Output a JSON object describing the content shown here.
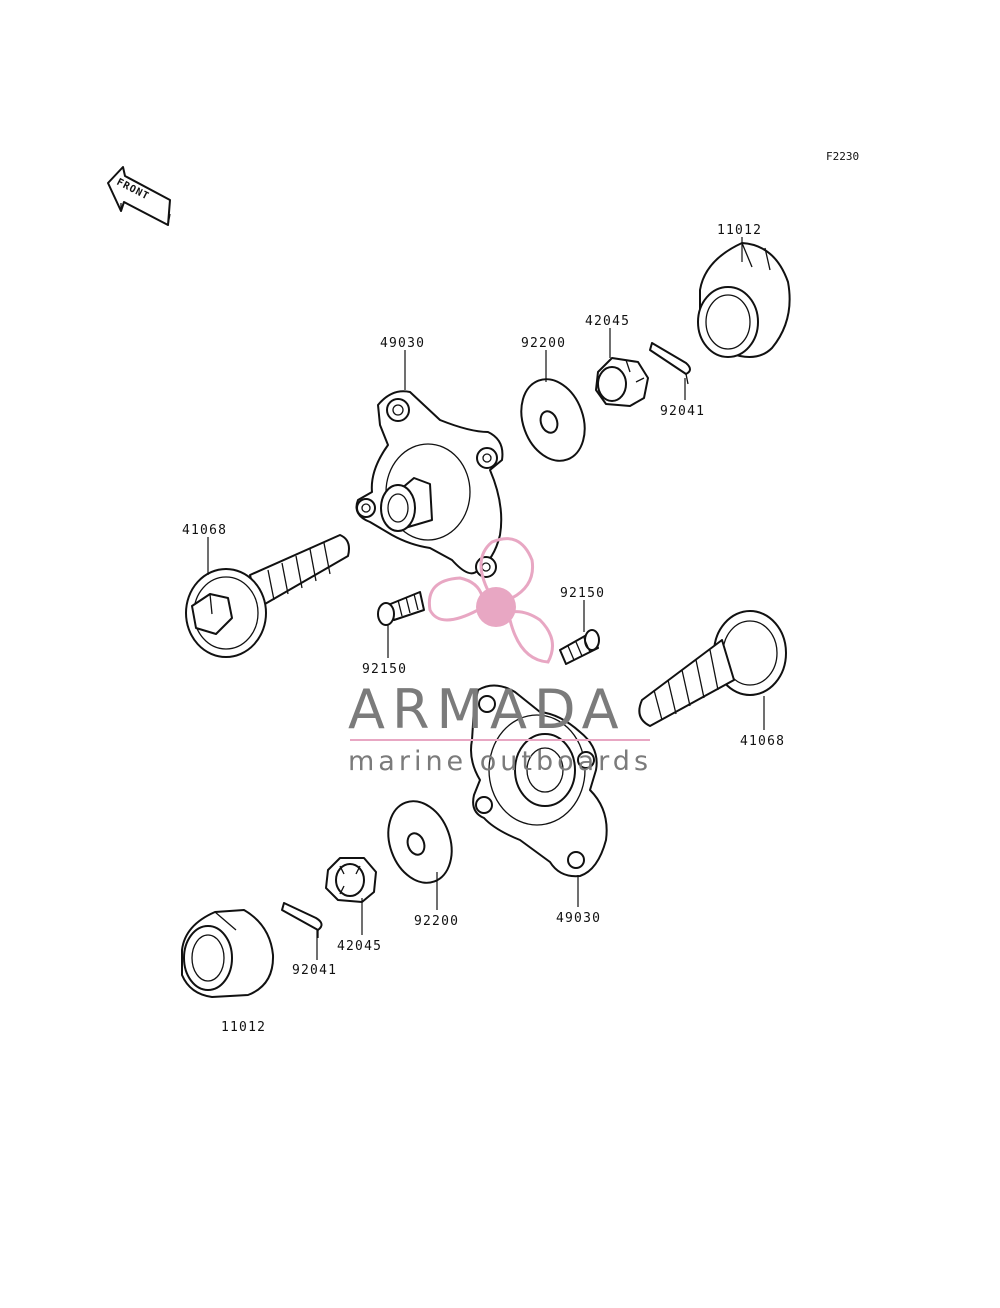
{
  "diagram": {
    "figure_code": "F2230",
    "front_label": "FRONT",
    "parts": [
      {
        "id": "11012-top",
        "number": "11012"
      },
      {
        "id": "42045-top",
        "number": "42045"
      },
      {
        "id": "92200-top",
        "number": "92200"
      },
      {
        "id": "49030-top",
        "number": "49030"
      },
      {
        "id": "92041-top",
        "number": "92041"
      },
      {
        "id": "41068-left",
        "number": "41068"
      },
      {
        "id": "92150-left",
        "number": "92150"
      },
      {
        "id": "92150-right",
        "number": "92150"
      },
      {
        "id": "41068-right",
        "number": "41068"
      },
      {
        "id": "49030-bottom",
        "number": "49030"
      },
      {
        "id": "92200-bottom",
        "number": "92200"
      },
      {
        "id": "42045-bottom",
        "number": "42045"
      },
      {
        "id": "92041-bottom",
        "number": "92041"
      },
      {
        "id": "11012-bottom",
        "number": "11012"
      }
    ]
  },
  "watermark": {
    "brand": "ARMADA",
    "tagline": "marine outboards",
    "accent_color": "#e8a7c3",
    "text_color": "#7b7b7b"
  }
}
